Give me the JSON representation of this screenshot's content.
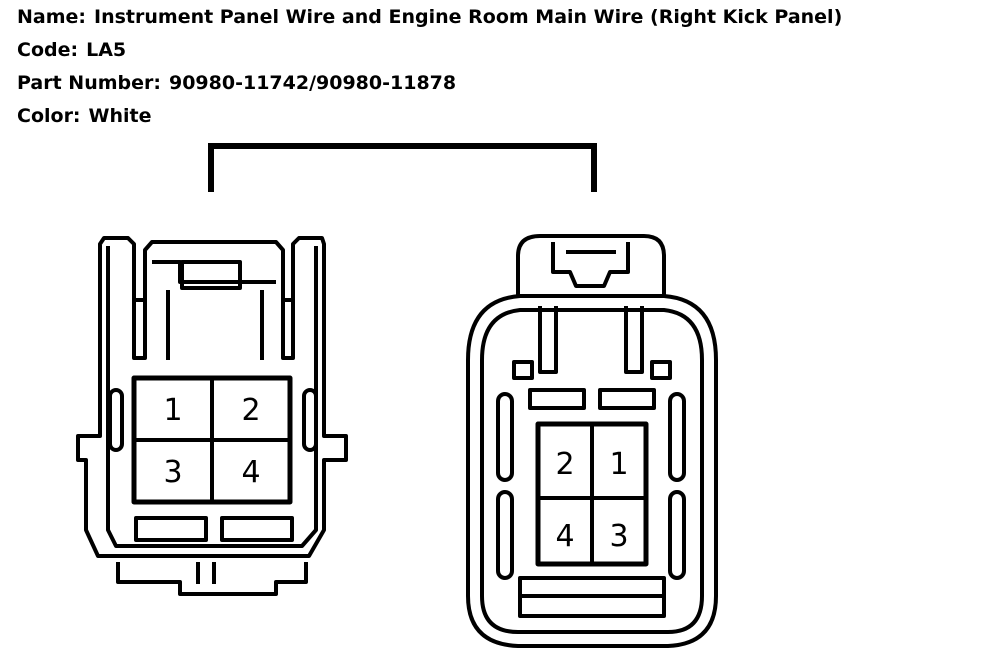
{
  "info": {
    "name_label": "Name:",
    "name_value": "Instrument Panel Wire and Engine Room Main Wire (Right Kick Panel)",
    "code_label": "Code:",
    "code_value": "LA5",
    "part_label": "Part Number:",
    "part_value": "90980-11742/90980-11878",
    "color_label": "Color:",
    "color_value": "White"
  },
  "left_connector": {
    "pins": [
      "1",
      "2",
      "3",
      "4"
    ]
  },
  "right_connector": {
    "pins": [
      "2",
      "1",
      "4",
      "3"
    ]
  }
}
